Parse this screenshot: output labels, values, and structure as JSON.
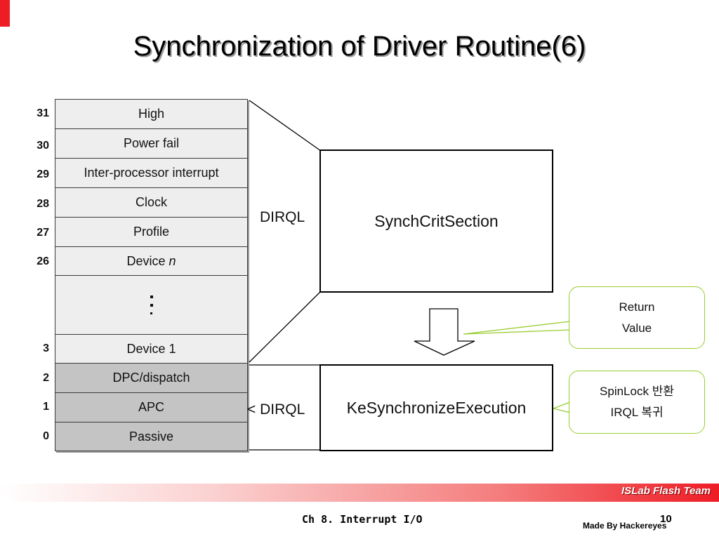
{
  "slide": {
    "title": "Synchronization of Driver Routine(6)"
  },
  "irql_levels": [
    {
      "num": "31",
      "label": "High"
    },
    {
      "num": "30",
      "label": "Power fail"
    },
    {
      "num": "29",
      "label": "Inter-processor interrupt"
    },
    {
      "num": "28",
      "label": "Clock"
    },
    {
      "num": "27",
      "label": "Profile"
    },
    {
      "num": "26",
      "label": "Device n"
    },
    {
      "num": "",
      "label": "⋮"
    },
    {
      "num": "3",
      "label": "Device 1"
    },
    {
      "num": "2",
      "label": "DPC/dispatch"
    },
    {
      "num": "1",
      "label": "APC"
    },
    {
      "num": "0",
      "label": "Passive"
    }
  ],
  "diagram": {
    "upper_label": "DIRQL",
    "upper_box": "SynchCritSection",
    "lower_label": "< DIRQL",
    "lower_box": "KeSynchronizeExecution",
    "callout_return": [
      "Return",
      "Value"
    ],
    "callout_spinlock": [
      "SpinLock 반환",
      "IRQL 복귀"
    ]
  },
  "footer": {
    "brand": "ISLab Flash Team",
    "chapter": "Ch 8. Interrupt I/O",
    "page": "10",
    "made_by": "Made By Hackereyes"
  },
  "colors": {
    "accent_red": "#ee1c25",
    "callout_border": "#9acd32",
    "row_light": "#eeeeee",
    "row_dark": "#c4c4c4"
  }
}
